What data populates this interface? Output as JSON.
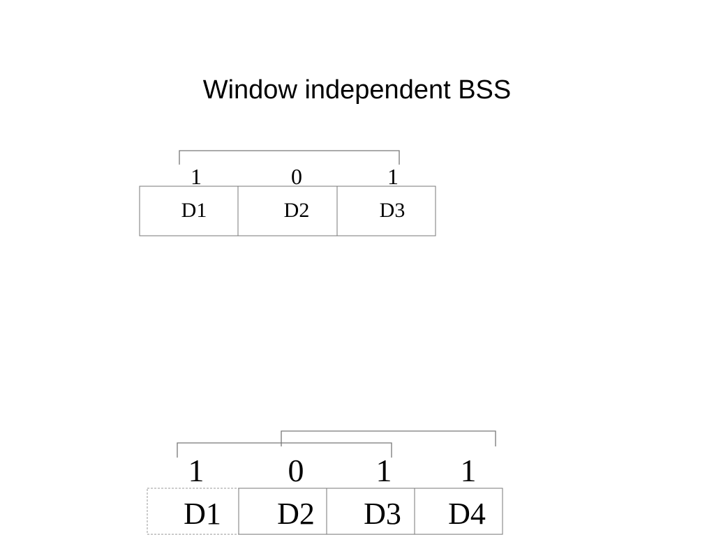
{
  "title": "Window independent BSS",
  "top_diagram": {
    "bits": [
      "1",
      "0",
      "1"
    ],
    "cells": [
      "D1",
      "D2",
      "D3"
    ]
  },
  "bottom_diagram": {
    "bits": [
      "1",
      "0",
      "1",
      "1"
    ],
    "cells": [
      "D1",
      "D2",
      "D3",
      "D4"
    ]
  },
  "colors": {
    "line": "#777777",
    "text": "#000000"
  }
}
